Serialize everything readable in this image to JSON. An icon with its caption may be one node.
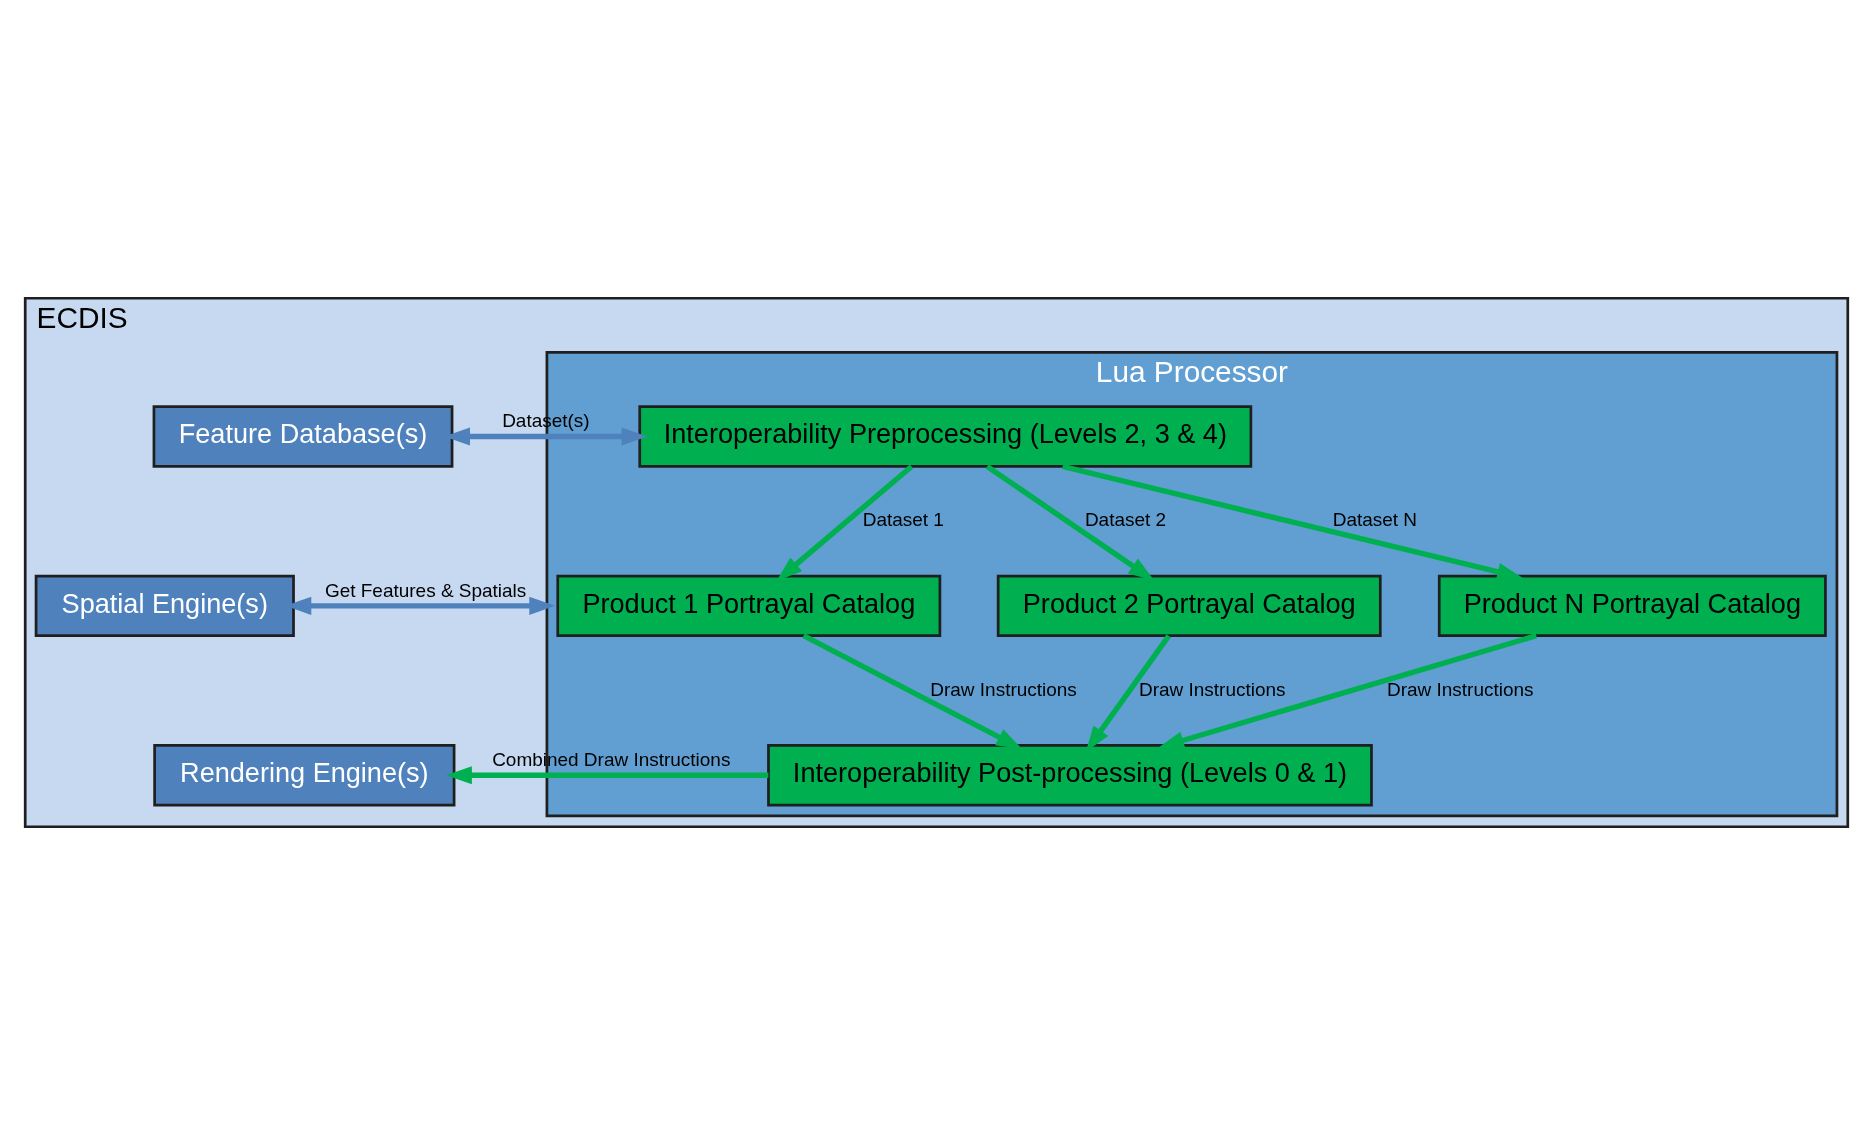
{
  "diagram": {
    "nodes": [
      {
        "text": [
          "ECDIS"
        ]
      },
      {
        "text": [
          "Feature Database(s)"
        ],
        "in": 0
      },
      {
        "text": [
          "Spatial Engine(s)"
        ],
        "in": 0
      },
      {
        "text": [
          "Rendering Engine(s)"
        ],
        "in": 0
      },
      {
        "text": [
          "Lua Processor"
        ],
        "in": 0
      },
      {
        "text": [
          "Interoperability Preprocessing (Levels 2, 3 & 4)"
        ],
        "in": 4
      },
      {
        "text": [
          "Product 1 Portrayal Catalog"
        ],
        "in": 4
      },
      {
        "text": [
          "Product 2 Portrayal Catalog"
        ],
        "in": 4
      },
      {
        "text": [
          "Product N Portrayal Catalog"
        ],
        "in": 4
      },
      {
        "text": [
          "Interoperability Post-processing (Levels 0 & 1)"
        ],
        "in": 4
      }
    ],
    "edges": [
      {
        "from": 1,
        "to": 5,
        "arrow": "both",
        "label": "Dataset(s)",
        "color": "#4f81bd"
      },
      {
        "from": 2,
        "to": 4,
        "arrow": "both",
        "label": "Get Features & Spatials",
        "color": "#4f81bd"
      },
      {
        "from": 5,
        "to": 6,
        "arrow": "to",
        "label": "Dataset 1"
      },
      {
        "from": 5,
        "to": 7,
        "arrow": "to",
        "label": "Dataset 2"
      },
      {
        "from": 5,
        "to": 8,
        "arrow": "to",
        "label": "Dataset N"
      },
      {
        "from": 6,
        "to": 9,
        "arrow": "to",
        "label": "Draw Instructions"
      },
      {
        "from": 7,
        "to": 9,
        "arrow": "to",
        "label": "Draw Instructions"
      },
      {
        "from": 8,
        "to": 9,
        "arrow": "to",
        "label": "Draw Instructions"
      },
      {
        "from": 9,
        "to": 3,
        "arrow": "to",
        "label": "Combined Draw Instructions"
      }
    ]
  }
}
